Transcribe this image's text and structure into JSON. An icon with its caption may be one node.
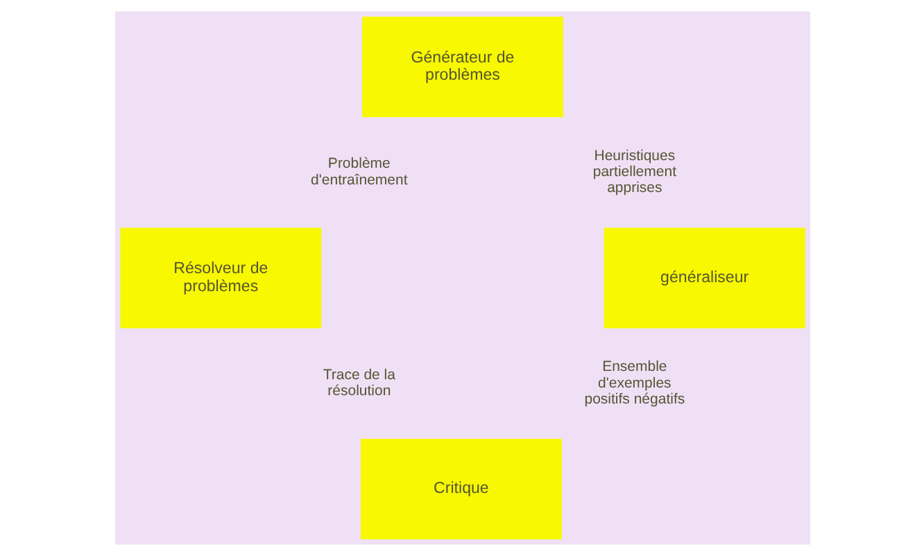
{
  "diagram": {
    "nodes": [
      {
        "text": [
          "Générateur de problèmes"
        ]
      },
      {
        "text": [
          "Résolveur de problèmes"
        ]
      },
      {
        "text": [
          "généraliseur"
        ]
      },
      {
        "text": [
          "Critique"
        ]
      }
    ],
    "labels": [
      "Problème d'entraînement",
      "Heuristiques partiellement apprises",
      "Trace de la résolution",
      "Ensemble d'exemples positifs négatifs"
    ]
  }
}
